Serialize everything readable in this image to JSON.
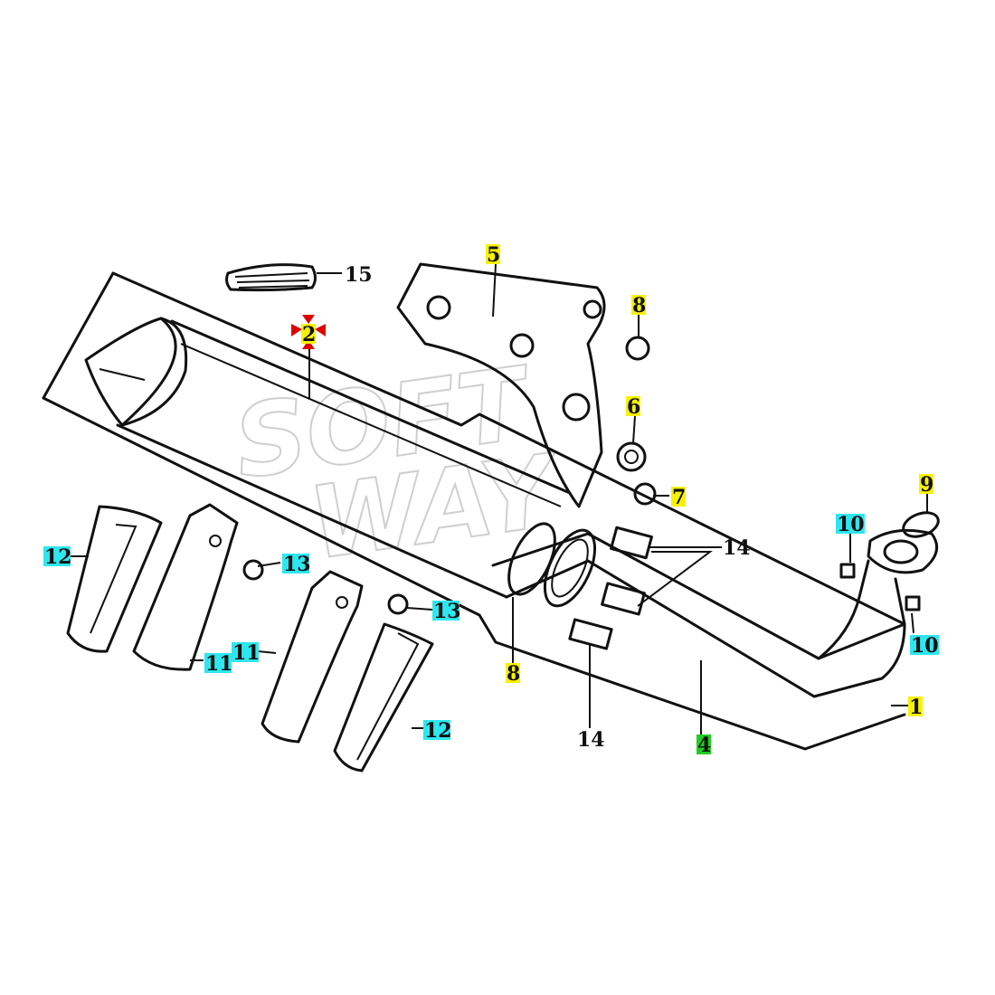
{
  "watermark": {
    "line1": "SOFT",
    "line2": "WAY"
  },
  "colors": {
    "yellow": "#f7f200",
    "cyan": "#2ee6ee",
    "green": "#22cc22",
    "red": "#e00000",
    "ink": "#111111"
  },
  "callouts": [
    {
      "id": "c1",
      "label": "1",
      "color": "yellow"
    },
    {
      "id": "c2",
      "label": "2",
      "color": "yellow",
      "selected": true
    },
    {
      "id": "c4",
      "label": "4",
      "color": "green"
    },
    {
      "id": "c5",
      "label": "5",
      "color": "yellow"
    },
    {
      "id": "c6",
      "label": "6",
      "color": "yellow"
    },
    {
      "id": "c7",
      "label": "7",
      "color": "yellow"
    },
    {
      "id": "c8a",
      "label": "8",
      "color": "yellow"
    },
    {
      "id": "c8b",
      "label": "8",
      "color": "yellow"
    },
    {
      "id": "c9",
      "label": "9",
      "color": "yellow"
    },
    {
      "id": "c10a",
      "label": "10",
      "color": "cyan"
    },
    {
      "id": "c10b",
      "label": "10",
      "color": "cyan"
    },
    {
      "id": "c11a",
      "label": "11",
      "color": "cyan"
    },
    {
      "id": "c11b",
      "label": "11",
      "color": "cyan"
    },
    {
      "id": "c12a",
      "label": "12",
      "color": "cyan"
    },
    {
      "id": "c12b",
      "label": "12",
      "color": "cyan"
    },
    {
      "id": "c13a",
      "label": "13",
      "color": "cyan"
    },
    {
      "id": "c13b",
      "label": "13",
      "color": "cyan"
    },
    {
      "id": "c14a",
      "label": "14",
      "color": "none"
    },
    {
      "id": "c14b",
      "label": "14",
      "color": "none"
    },
    {
      "id": "c15",
      "label": "15",
      "color": "none"
    }
  ]
}
